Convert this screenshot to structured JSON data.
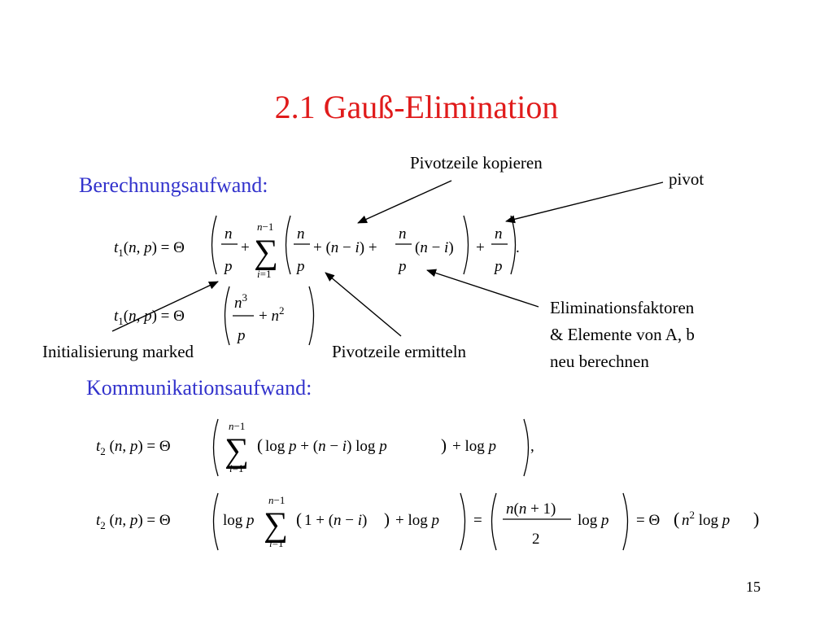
{
  "slide": {
    "title": "2.1 Gauß-Elimination",
    "page_number": "15"
  },
  "sections": {
    "computation_heading": "Berechnungsaufwand:",
    "communication_heading": "Kommunikationsaufwand:"
  },
  "annotations": {
    "pivotzeile_kopieren": "Pivotzeile kopieren",
    "pivot": "pivot",
    "eliminationsfaktoren": [
      "Eliminationsfaktoren",
      "& Elemente von A, b",
      "neu berechnen"
    ],
    "initialisierung": "Initialisierung marked",
    "pivotzeile_ermitteln": "Pivotzeile ermitteln"
  },
  "colors": {
    "title": "#e01b1b",
    "heading": "#3333cc",
    "text": "#000000"
  }
}
